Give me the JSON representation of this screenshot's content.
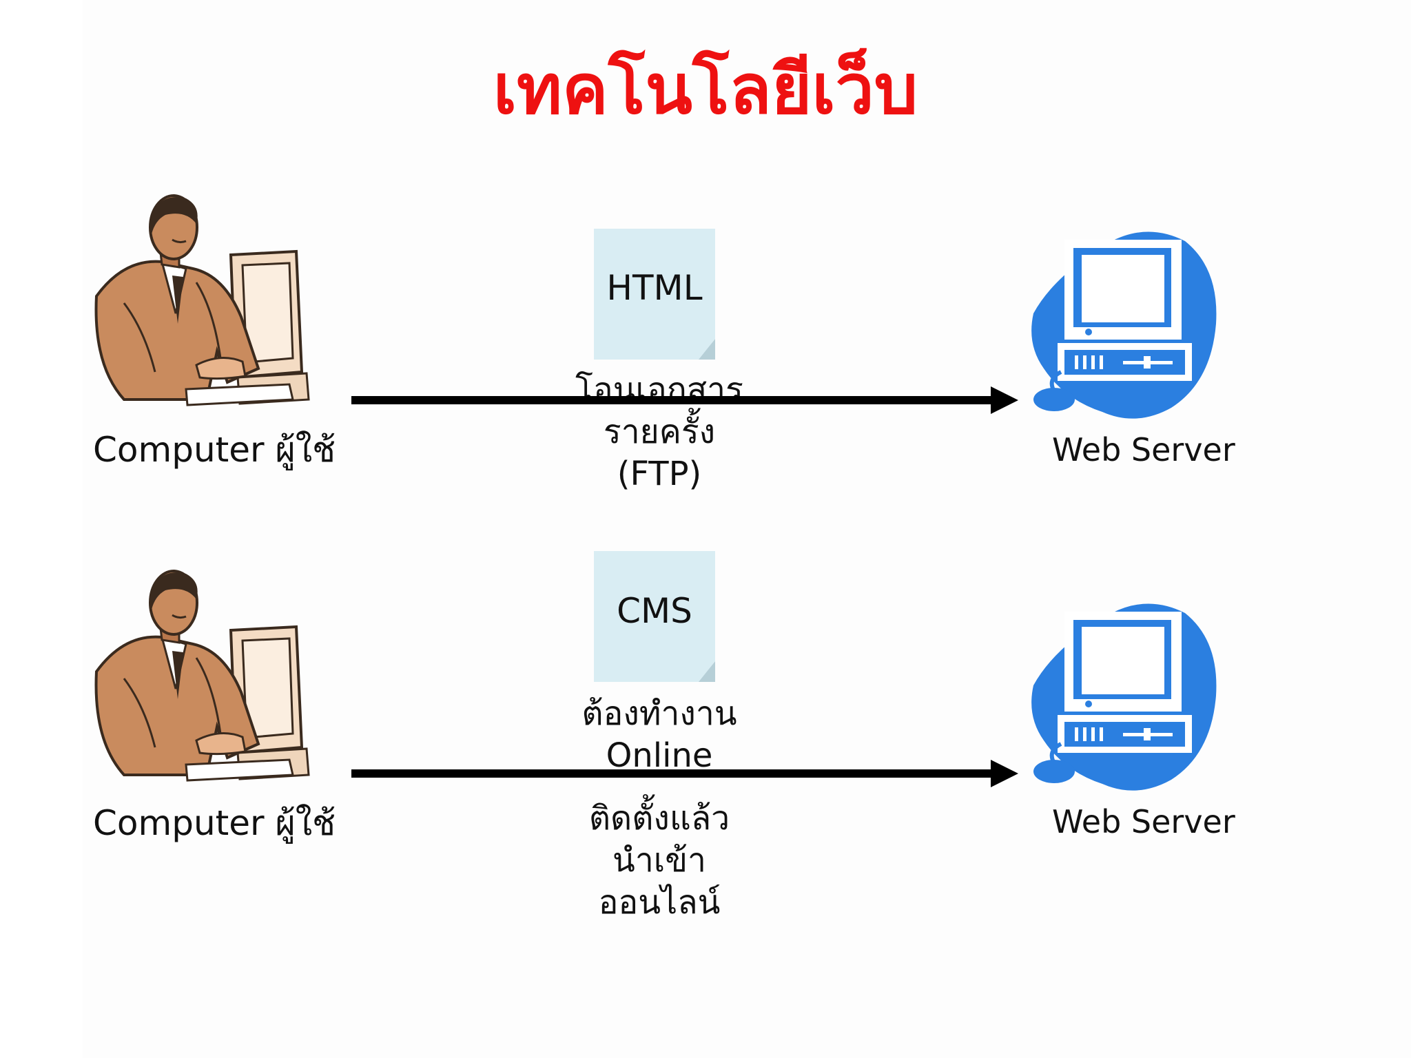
{
  "title": "เทคโนโลยีเว็บ",
  "rows": [
    {
      "user_label": "Computer ผู้ใช้",
      "document_label": "HTML",
      "process_text": "โอนเอกสาร\nรายครั้ง\n(FTP)",
      "server_label": "Web Server"
    },
    {
      "user_label": "Computer ผู้ใช้",
      "document_label": "CMS",
      "process_text": "ต้องทำงาน\nOnline",
      "note_text": "ติดตั้งแล้ว\nนำเข้า\nออนไลน์",
      "server_label": "Web Server"
    }
  ],
  "colors": {
    "title": "#ee1111",
    "server_blue": "#2b7fe0",
    "document": "#d9edf3",
    "arrow": "#000000"
  }
}
